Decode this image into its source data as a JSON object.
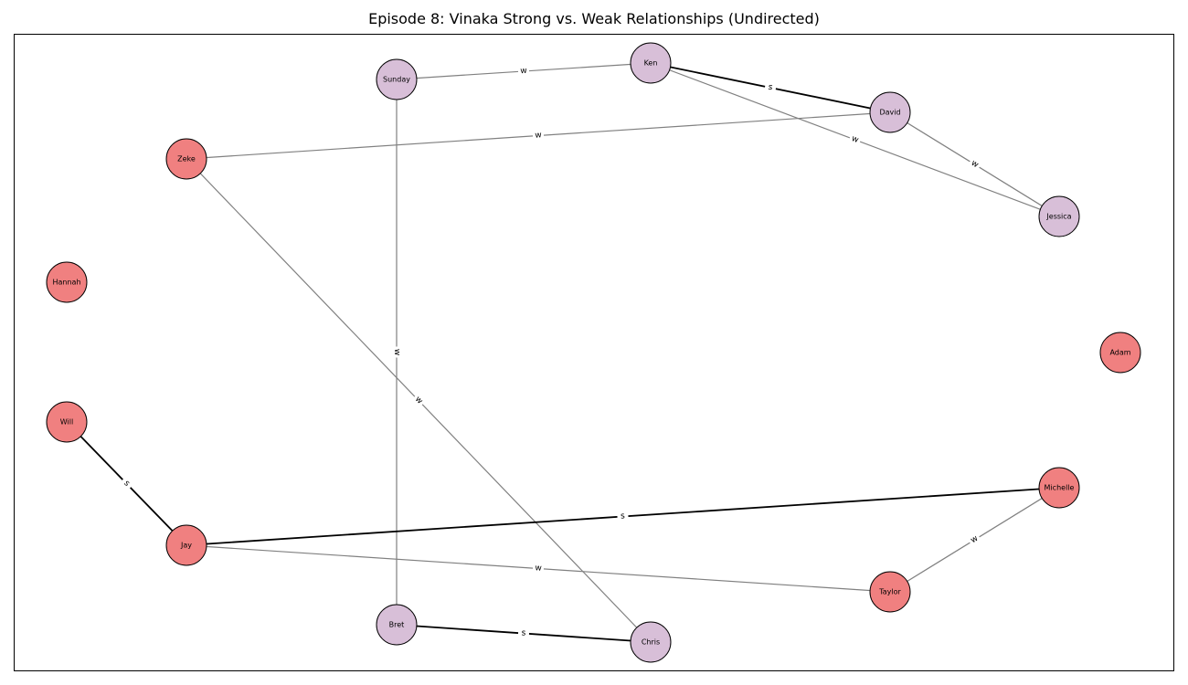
{
  "title": "Episode 8: Vinaka Strong vs. Weak Relationships (Undirected)",
  "colors": {
    "red": "#f08080",
    "purple": "#d8bfd8",
    "strong": "#000000",
    "weak": "#808080"
  },
  "nodes": [
    {
      "id": "Ken",
      "color": "purple"
    },
    {
      "id": "Sunday",
      "color": "purple"
    },
    {
      "id": "David",
      "color": "purple"
    },
    {
      "id": "Zeke",
      "color": "red"
    },
    {
      "id": "Jessica",
      "color": "purple"
    },
    {
      "id": "Hannah",
      "color": "red"
    },
    {
      "id": "Adam",
      "color": "red"
    },
    {
      "id": "Will",
      "color": "red"
    },
    {
      "id": "Michelle",
      "color": "red"
    },
    {
      "id": "Jay",
      "color": "red"
    },
    {
      "id": "Taylor",
      "color": "red"
    },
    {
      "id": "Bret",
      "color": "purple"
    },
    {
      "id": "Chris",
      "color": "purple"
    }
  ],
  "edges": [
    {
      "source": "Sunday",
      "target": "Ken",
      "type": "weak",
      "label": "w"
    },
    {
      "source": "Ken",
      "target": "David",
      "type": "strong",
      "label": "s"
    },
    {
      "source": "Ken",
      "target": "Jessica",
      "type": "weak",
      "label": "w"
    },
    {
      "source": "David",
      "target": "Jessica",
      "type": "weak",
      "label": "w"
    },
    {
      "source": "Zeke",
      "target": "David",
      "type": "weak",
      "label": "w"
    },
    {
      "source": "Sunday",
      "target": "Bret",
      "type": "weak",
      "label": "w"
    },
    {
      "source": "Zeke",
      "target": "Chris",
      "type": "weak",
      "label": "w"
    },
    {
      "source": "Will",
      "target": "Jay",
      "type": "strong",
      "label": "s"
    },
    {
      "source": "Jay",
      "target": "Michelle",
      "type": "strong",
      "label": "s"
    },
    {
      "source": "Jay",
      "target": "Taylor",
      "type": "weak",
      "label": "w"
    },
    {
      "source": "Michelle",
      "target": "Taylor",
      "type": "weak",
      "label": "w"
    },
    {
      "source": "Bret",
      "target": "Chris",
      "type": "strong",
      "label": "s"
    }
  ]
}
